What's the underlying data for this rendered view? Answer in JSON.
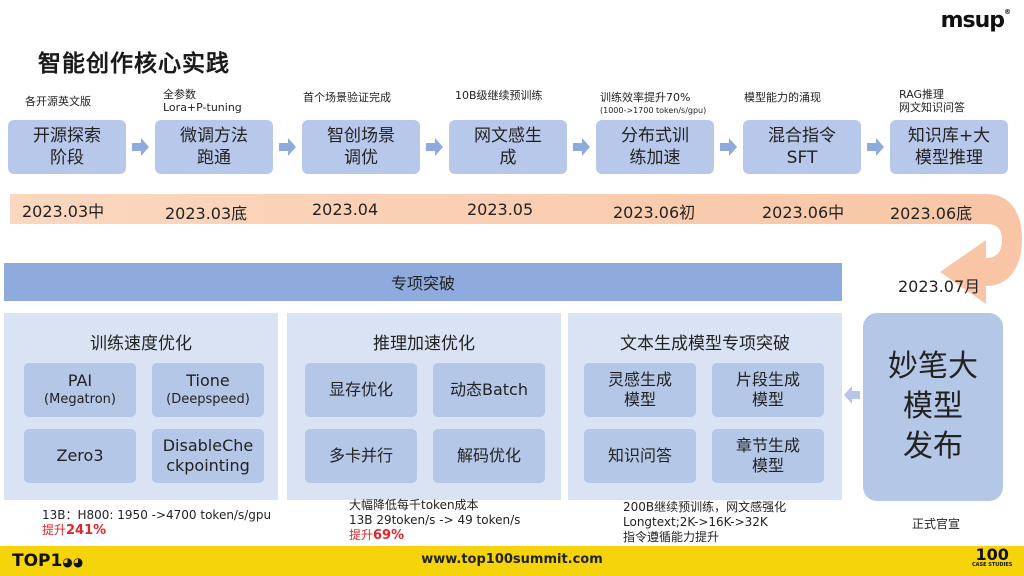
{
  "header": {
    "title": "智能创作核心实践",
    "logo": "msup",
    "logo_mark": "®"
  },
  "stages": [
    {
      "note": "各开源英文版",
      "note2": "",
      "label1": "开源探索",
      "label2": "阶段",
      "date": "2023.03中"
    },
    {
      "note": "全参数",
      "note2": "Lora+P-tuning",
      "label1": "微调方法",
      "label2": "跑通",
      "date": "2023.03底"
    },
    {
      "note": "首个场景验证完成",
      "note2": "",
      "label1": "智创场景",
      "label2": "调优",
      "date": "2023.04"
    },
    {
      "note": "10B级继续预训练",
      "note2": "",
      "label1": "网文感生",
      "label2": "成",
      "date": "2023.05"
    },
    {
      "note": "训练效率提升70%",
      "note2": "(1000->1700 token/s/gpu)",
      "label1": "分布式训",
      "label2": "练加速",
      "date": "2023.06初"
    },
    {
      "note": "模型能力的涌现",
      "note2": "",
      "label1": "混合指令",
      "label2": "SFT",
      "date": "2023.06中"
    },
    {
      "note": "RAG推理",
      "note2": "网文知识问答",
      "label1": "知识库+大",
      "label2": "模型推理",
      "date": "2023.06底"
    }
  ],
  "timeline_end_date": "2023.07月",
  "special_bar": "专项突破",
  "panels": [
    {
      "title": "训练速度优化",
      "items": [
        {
          "label": "PAI",
          "sub": "(Megatron)"
        },
        {
          "label": "Tione",
          "sub": "(Deepspeed)"
        },
        {
          "label": "Zero3",
          "sub": ""
        },
        {
          "label": "DisableChe",
          "sub": "ckpointing"
        }
      ],
      "note_line1": "13B：H800: 1950 ->4700 token/s/gpu",
      "note_prefix": "提升",
      "note_value": "241%"
    },
    {
      "title": "推理加速优化",
      "items": [
        {
          "label": "显存优化",
          "sub": ""
        },
        {
          "label": "动态Batch",
          "sub": ""
        },
        {
          "label": "多卡并行",
          "sub": ""
        },
        {
          "label": "解码优化",
          "sub": ""
        }
      ],
      "note_line1": "大幅降低每千token成本",
      "note_line2": "13B 29token/s -> 49 token/s",
      "note_prefix": "提升",
      "note_value": "69%"
    },
    {
      "title": "文本生成模型专项突破",
      "items": [
        {
          "label": "灵感生成",
          "sub": "模型"
        },
        {
          "label": "片段生成",
          "sub": "模型"
        },
        {
          "label": "知识问答",
          "sub": ""
        },
        {
          "label": "章节生成",
          "sub": "模型"
        }
      ],
      "note_line1": "200B继续预训练，网文感强化",
      "note_line2": "Longtext;2K->16K->32K",
      "note_line3": "指令遵循能力提升"
    }
  ],
  "release": {
    "line1": "妙笔大",
    "line2": "模型",
    "line3": "发布",
    "note": "正式官宣"
  },
  "footer": {
    "url": "www.top100summit.com",
    "left_logo": "TOP1",
    "right_logo": "100",
    "right_sub": "CASE STUDIES"
  },
  "colors": {
    "box": "#b8c8ea",
    "panel": "#dae3f3",
    "bar": "#8faadc",
    "timeline": "#f8c6a6",
    "footer": "#f6d40b",
    "highlight": "#e0262a"
  }
}
